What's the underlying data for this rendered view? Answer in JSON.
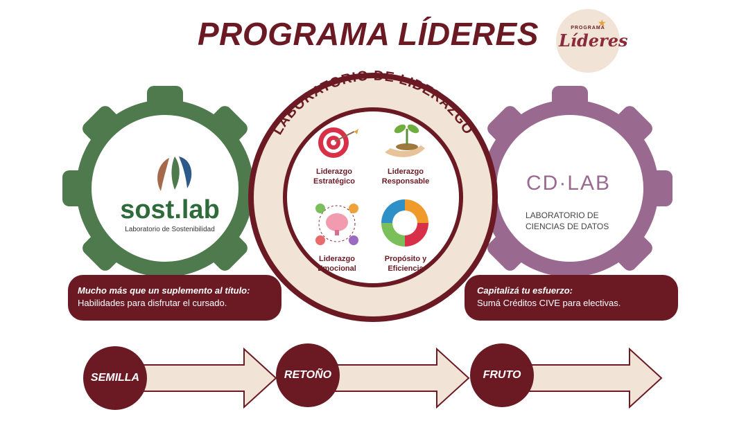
{
  "header": {
    "title": "PROGRAMA LÍDERES",
    "logo_small": "PROGRAMA",
    "logo_main": "Líderes"
  },
  "center": {
    "arc_title": "LABORATORIO DE LIDERAZGO",
    "skills": [
      {
        "line1": "Liderazgo",
        "line2": "Estratégico",
        "icon": "target-icon"
      },
      {
        "line1": "Liderazgo",
        "line2": "Responsable",
        "icon": "plant-hand-icon"
      },
      {
        "line1": "Liderazgo",
        "line2": "Emocional",
        "icon": "brain-emotions-icon"
      },
      {
        "line1": "Propósito y",
        "line2": "Eficiencia",
        "icon": "gears-icon"
      }
    ]
  },
  "left_gear": {
    "brand": "sost.lab",
    "subtitle": "Laboratorio de Sostenibilidad"
  },
  "right_gear": {
    "brand": "CD·LAB",
    "subtitle_line1": "LABORATORIO DE",
    "subtitle_line2": "CIENCIAS DE DATOS"
  },
  "captions": {
    "left_bold": "Mucho más que un suplemento al título:",
    "left_text": "Habilidades para disfrutar el cursado.",
    "right_bold": "Capitalizá tu esfuerzo:",
    "right_text": "Sumá Créditos CIVE para electivas."
  },
  "stages": [
    "SEMILLA",
    "RETOÑO",
    "FRUTO"
  ],
  "colors": {
    "maroon": "#6b1a24",
    "green": "#4e7a4e",
    "purple": "#9a6990",
    "cream": "#f1e4d6"
  }
}
